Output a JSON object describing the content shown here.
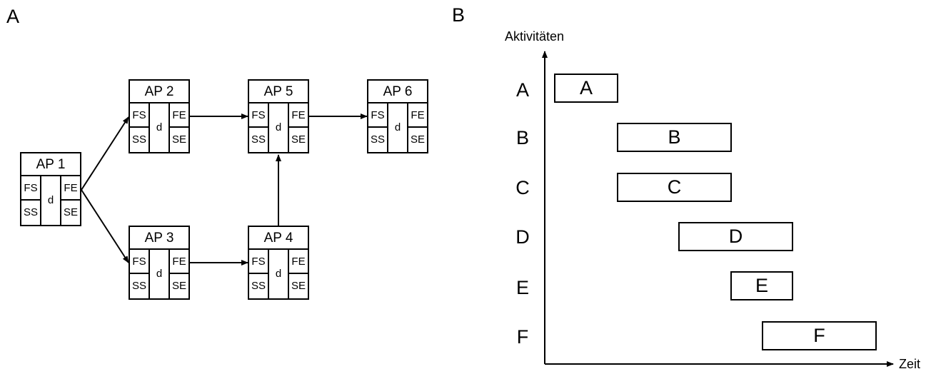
{
  "panels": {
    "left": "A",
    "right": "B"
  },
  "network": {
    "nodes": [
      {
        "id": "ap1",
        "title": "AP 1",
        "fs": "FS",
        "ss": "SS",
        "d": "d",
        "fe": "FE",
        "se": "SE"
      },
      {
        "id": "ap2",
        "title": "AP 2",
        "fs": "FS",
        "ss": "SS",
        "d": "d",
        "fe": "FE",
        "se": "SE"
      },
      {
        "id": "ap3",
        "title": "AP 3",
        "fs": "FS",
        "ss": "SS",
        "d": "d",
        "fe": "FE",
        "se": "SE"
      },
      {
        "id": "ap4",
        "title": "AP 4",
        "fs": "FS",
        "ss": "SS",
        "d": "d",
        "fe": "FE",
        "se": "SE"
      },
      {
        "id": "ap5",
        "title": "AP 5",
        "fs": "FS",
        "ss": "SS",
        "d": "d",
        "fe": "FE",
        "se": "SE"
      },
      {
        "id": "ap6",
        "title": "AP 6",
        "fs": "FS",
        "ss": "SS",
        "d": "d",
        "fe": "FE",
        "se": "SE"
      }
    ],
    "edges": [
      {
        "from": "AP 1",
        "to": "AP 2"
      },
      {
        "from": "AP 1",
        "to": "AP 3"
      },
      {
        "from": "AP 2",
        "to": "AP 5"
      },
      {
        "from": "AP 3",
        "to": "AP 4"
      },
      {
        "from": "AP 4",
        "to": "AP 5"
      },
      {
        "from": "AP 5",
        "to": "AP 6"
      }
    ]
  },
  "gantt": {
    "y_axis_label": "Aktivitäten",
    "x_axis_label": "Zeit",
    "rows": [
      {
        "label": "A",
        "bar": "A"
      },
      {
        "label": "B",
        "bar": "B"
      },
      {
        "label": "C",
        "bar": "C"
      },
      {
        "label": "D",
        "bar": "D"
      },
      {
        "label": "E",
        "bar": "E"
      },
      {
        "label": "F",
        "bar": "F"
      }
    ]
  }
}
